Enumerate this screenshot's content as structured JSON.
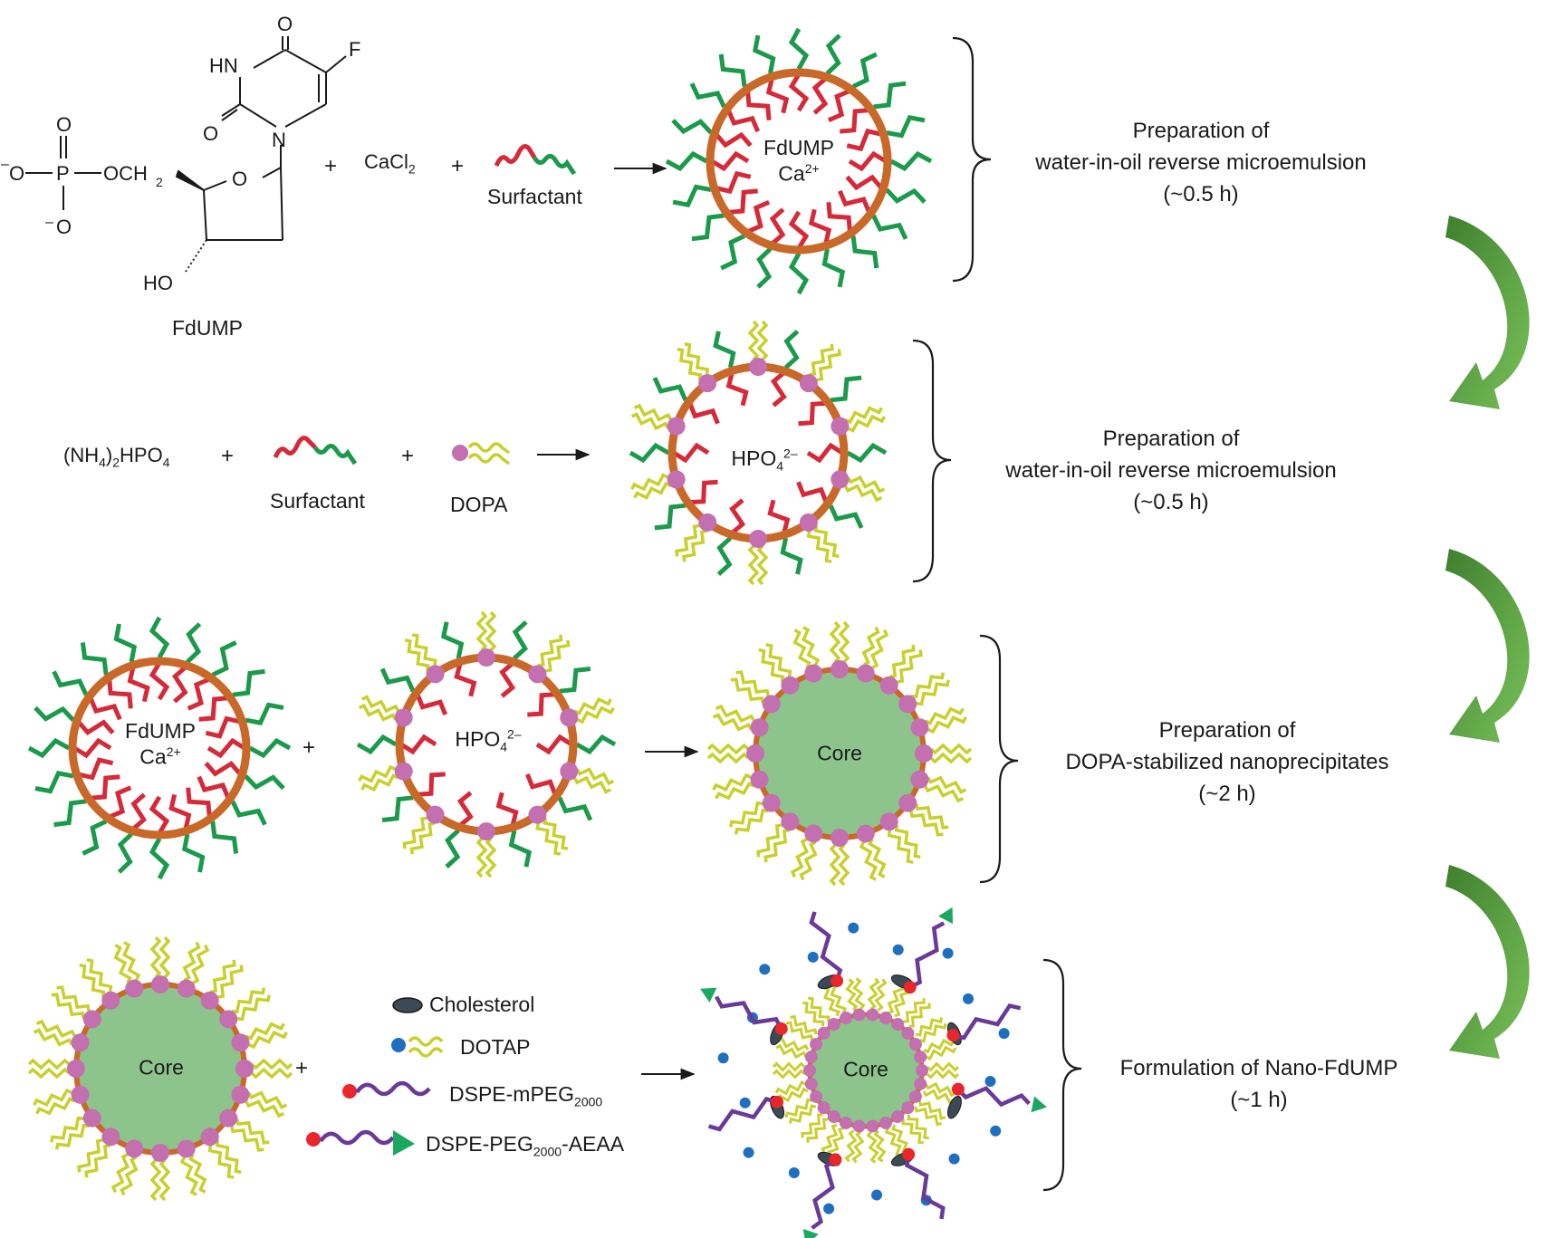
{
  "fdump": {
    "label": "FdUMP",
    "atoms": {
      "o_top": "O",
      "hn": "HN",
      "f": "F",
      "o_left": "O",
      "n": "N",
      "o_ring": "O",
      "ho": "HO",
      "p": "P",
      "p_o_top": "O",
      "p_o_minus_left": "O",
      "p_o_bottom": "O",
      "o_ch2": "OCH",
      "ch2_sub": "2",
      "minus": "–"
    }
  },
  "row1": {
    "plus1": "+",
    "cacl": "CaCl",
    "cacl_sub": "2",
    "plus2": "+",
    "surfactant": "Surfactant",
    "micelle_line1": "FdUMP",
    "micelle_ca": "Ca",
    "micelle_ca_sup": "2+",
    "step_line1": "Preparation of",
    "step_line2": "water-in-oil reverse microemulsion",
    "step_line3": "(~0.5 h)"
  },
  "row2": {
    "nh4_a": "(NH",
    "nh4_sub": "4",
    "nh4_b": ")",
    "nh4_sub2": "2",
    "nh4_c": "HPO",
    "nh4_sub3": "4",
    "plus1": "+",
    "surfactant": "Surfactant",
    "plus2": "+",
    "dopa": "DOPA",
    "micelle_hpo": "HPO",
    "micelle_sub": "4",
    "micelle_sup": "2–",
    "step_line1": "Preparation of",
    "step_line2": "water-in-oil reverse microemulsion",
    "step_line3": "(~0.5 h)"
  },
  "row3": {
    "left_line1": "FdUMP",
    "left_ca": "Ca",
    "left_sup": "2+",
    "plus": "+",
    "mid_hpo": "HPO",
    "mid_sub": "4",
    "mid_sup": "2–",
    "core": "Core",
    "step_line1": "Preparation of",
    "step_line2": "DOPA-stabilized nanoprecipitates",
    "step_line3": "(~2 h)"
  },
  "row4": {
    "core_left": "Core",
    "plus": "+",
    "legend": {
      "cholesterol": "Cholesterol",
      "dotap": "DOTAP",
      "mpeg_a": "DSPE-mPEG",
      "mpeg_sub": "2000",
      "aeaa_a": "DSPE-PEG",
      "aeaa_sub": "2000",
      "aeaa_b": "-AEAA"
    },
    "core_final": "Core",
    "step_line1": "Formulation of Nano-FdUMP",
    "step_line2": "(~1 h)"
  },
  "colors": {
    "shell": "#c8692a",
    "surfactant_red": "#d42a3a",
    "surfactant_green": "#1b9a4c",
    "dopa_yellow": "#c9cf2c",
    "dopa_head": "#c46fb0",
    "core_fill": "#8cc48c",
    "dotap_head": "#1f6fc0",
    "peg_purple": "#6a3a98",
    "dspe_head": "#e8262c",
    "aeaa": "#1aa860",
    "cholesterol": "#3b4a55",
    "flow_arrow": "#5aa645"
  },
  "icons": [
    "reaction-arrow-icon",
    "curved-flow-arrow-icon",
    "curly-brace-icon"
  ]
}
